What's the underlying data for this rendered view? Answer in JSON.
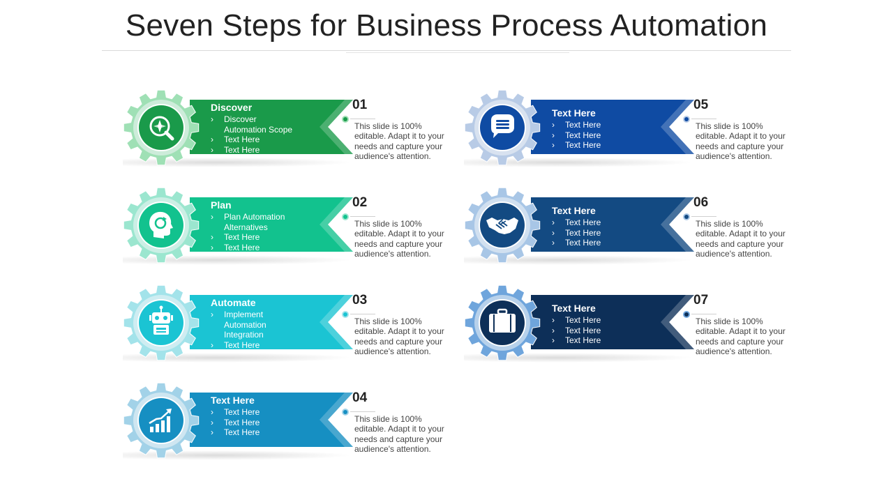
{
  "title": "Seven Steps for Business Process Automation",
  "steps": [
    {
      "number": "01",
      "title": "Discover",
      "items": [
        "Discover Automation Scope",
        "Text Here",
        "Text Here"
      ],
      "description": "This slide is 100% editable. Adapt it to your needs and capture your audience's attention.",
      "color": "#1a9a4a",
      "gear_color": "#9fe0b5",
      "icon": "search-compass-icon"
    },
    {
      "number": "02",
      "title": "Plan",
      "items": [
        "Plan Automation Alternatives",
        "Text Here",
        "Text Here"
      ],
      "description": "This slide is 100% editable. Adapt it to your needs and capture your audience's attention.",
      "color": "#12c28e",
      "gear_color": "#9be6cf",
      "icon": "head-cycle-icon"
    },
    {
      "number": "03",
      "title": "Automate",
      "items": [
        "Implement Automation Integration",
        "Text Here"
      ],
      "description": "This slide is 100% editable. Adapt it to your needs and capture your audience's attention.",
      "color": "#1bc4d3",
      "gear_color": "#a3e3ea",
      "icon": "robot-icon"
    },
    {
      "number": "04",
      "title": "Text Here",
      "items": [
        "Text Here",
        "Text Here",
        "Text Here"
      ],
      "description": "This slide is 100% editable. Adapt it to your needs and capture your audience's attention.",
      "color": "#168fc2",
      "gear_color": "#a2d2e8",
      "icon": "growth-chart-icon"
    },
    {
      "number": "05",
      "title": "Text Here",
      "items": [
        "Text Here",
        "Text Here",
        "Text Here"
      ],
      "description": "This slide is 100% editable. Adapt it to your needs and capture your audience's attention.",
      "color": "#0f4ba3",
      "gear_color": "#b8cbe6",
      "icon": "chat-bubble-icon"
    },
    {
      "number": "06",
      "title": "Text Here",
      "items": [
        "Text Here",
        "Text Here",
        "Text Here"
      ],
      "description": "This slide is 100% editable. Adapt it to your needs and capture your audience's attention.",
      "color": "#134a82",
      "gear_color": "#a8c6e6",
      "icon": "handshake-icon"
    },
    {
      "number": "07",
      "title": "Text Here",
      "items": [
        "Text Here",
        "Text Here",
        "Text Here"
      ],
      "description": "This slide is 100% editable. Adapt it to your needs and capture your audience's attention.",
      "color": "#0d2f58",
      "gear_color": "#6fa5dc",
      "icon": "briefcase-icon"
    }
  ]
}
